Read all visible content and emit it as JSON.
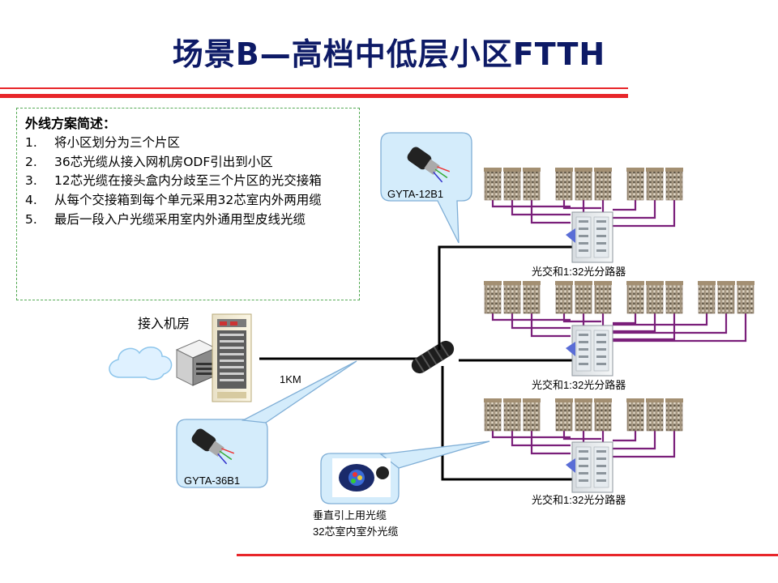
{
  "title": "场景B—高档中低层小区FTTH",
  "summary": {
    "heading": "外线方案简述：",
    "items": [
      {
        "num": "1.",
        "text": "将小区划分为三个片区"
      },
      {
        "num": "2.",
        "text": "36芯光缆从接入网机房ODF引出到小区"
      },
      {
        "num": "3.",
        "text": "12芯光缆在接头盒内分歧至三个片区的光交接箱"
      },
      {
        "num": "4.",
        "text": "从每个交接箱到每个单元采用32芯室内外两用缆"
      },
      {
        "num": "5.",
        "text": "最后一段入户光缆采用室内外通用型皮线光缆"
      }
    ]
  },
  "diagram": {
    "machine_room_label": "接入机房",
    "distance_label": "1KM",
    "cable_36_label": "GYTA-36B1",
    "cable_12_label": "GYTA-12B1",
    "riser_label_line1": "垂直引上用光缆",
    "riser_label_line2": "32芯室内室外光缆",
    "cabinet_label": "光交和1:32光分路器",
    "colors": {
      "title": "#0d1a66",
      "accent_red": "#e8262a",
      "drop_purple": "#7a1f7a",
      "callout_fill": "#d4ecfb",
      "callout_stroke": "#7faed6",
      "border_green": "#55aa55"
    }
  }
}
